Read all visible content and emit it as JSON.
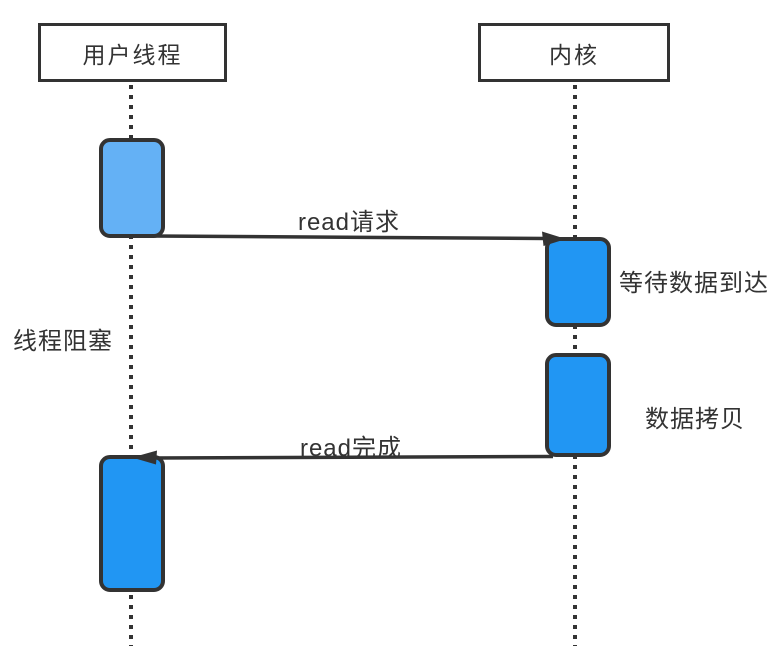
{
  "diagram": {
    "title_hint": "blocking read sequence diagram",
    "actors": [
      {
        "id": "user-thread",
        "label": "用户线程"
      },
      {
        "id": "kernel",
        "label": "内核"
      }
    ],
    "messages": [
      {
        "id": "read-request",
        "label": "read请求",
        "from": "用户线程",
        "to": "内核",
        "direction": "right"
      },
      {
        "id": "read-complete",
        "label": "read完成",
        "from": "内核",
        "to": "用户线程",
        "direction": "left"
      }
    ],
    "annotations": [
      {
        "id": "thread-blocked",
        "label": "线程阻塞",
        "attached_to": "用户线程"
      },
      {
        "id": "wait-for-data",
        "label": "等待数据到达",
        "attached_to": "内核"
      },
      {
        "id": "data-copy",
        "label": "数据拷贝",
        "attached_to": "内核"
      }
    ],
    "colors": {
      "activation_light_blue": "#64B1F5",
      "activation_blue": "#2196F3",
      "stroke": "#333333",
      "text": "#333333",
      "background": "#FFFFFF"
    }
  }
}
